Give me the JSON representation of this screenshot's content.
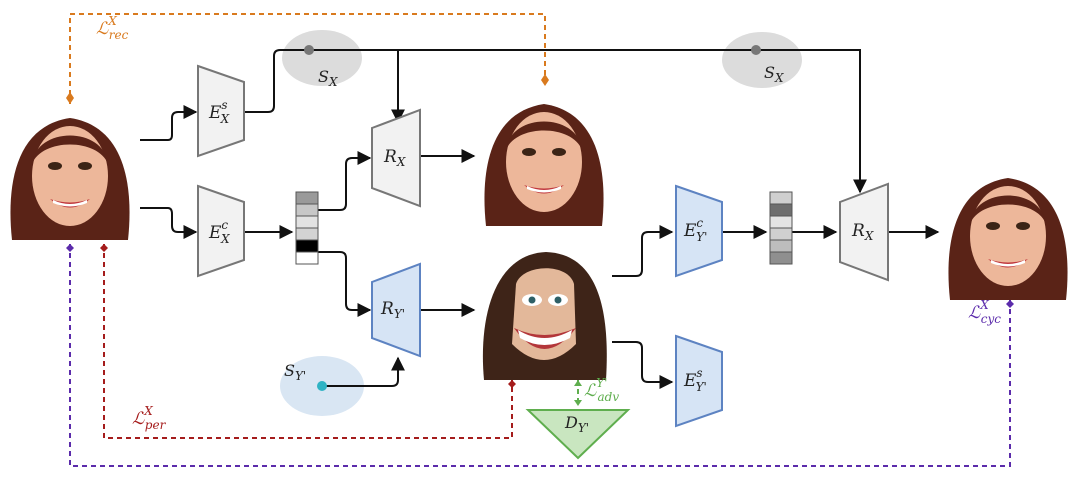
{
  "labels": {
    "sx_top": {
      "main": "S",
      "sub": "X"
    },
    "sx_right": {
      "main": "S",
      "sub": "X"
    },
    "sy": {
      "main": "S",
      "sub": "Y'"
    },
    "ex_s": {
      "main": "E",
      "sup": "s",
      "sub": "X"
    },
    "ex_c": {
      "main": "E",
      "sup": "c",
      "sub": "X"
    },
    "rx_top": {
      "main": "R",
      "sub": "X"
    },
    "ry": {
      "main": "R",
      "sub": "Y'"
    },
    "ey_c": {
      "main": "E",
      "sup": "c",
      "sub": "Y'"
    },
    "ey_s": {
      "main": "E",
      "sup": "s",
      "sub": "Y'"
    },
    "rx_right": {
      "main": "R",
      "sub": "X"
    },
    "dy": {
      "main": "D",
      "sub": "Y'"
    },
    "loss_rec": {
      "main": "ℒ",
      "sup": "X",
      "sub": "rec"
    },
    "loss_per": {
      "main": "ℒ",
      "sup": "X",
      "sub": "per"
    },
    "loss_adv": {
      "main": "ℒ",
      "sup": "Y'",
      "sub": "adv"
    },
    "loss_cyc": {
      "main": "ℒ",
      "sup": "X",
      "sub": "cyc"
    }
  },
  "colors": {
    "rec": "#d97a1e",
    "per": "#a51c1c",
    "adv": "#5fae4e",
    "cyc": "#5b2bab",
    "cartoon_module": "#d6e4f5",
    "cartoon_stroke": "#5d83c2",
    "photo_module": "#f2f2f2",
    "photo_stroke": "#777777",
    "disc_fill": "#c9e6c0",
    "disc_stroke": "#5fae4e",
    "style_blob": "#dcdcdc",
    "style_blob_cartoon": "#d9e6f3",
    "style_dot": "#777777",
    "style_dot_cartoon": "#2fb3c4"
  },
  "images": {
    "input_photo": "input-photo",
    "recon_photo": "reconstructed-photo",
    "caricature": "caricature",
    "cycle_photo": "cycle-reconstructed-photo"
  }
}
